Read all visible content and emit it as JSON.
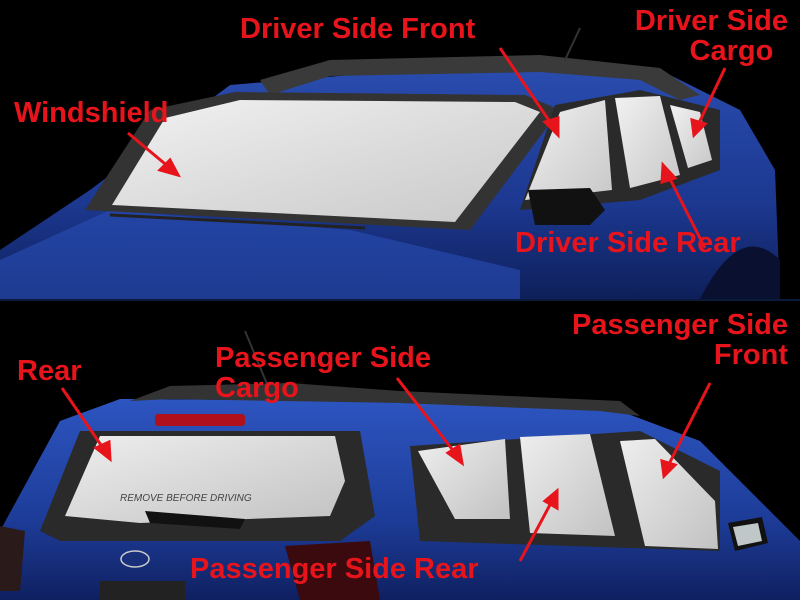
{
  "image": {
    "title": "Sunshade placement diagram on blue SUV",
    "label_color": "#e8141c",
    "body_color": "#1f3a8f"
  },
  "top_panel": {
    "view": "front three-quarter driver side",
    "labels": {
      "windshield": "Windshield",
      "driver_side_front": "Driver Side Front",
      "driver_side_cargo_line1": "Driver Side",
      "driver_side_cargo_line2": "Cargo",
      "driver_side_rear": "Driver Side Rear"
    }
  },
  "bottom_panel": {
    "view": "rear three-quarter passenger side",
    "labels": {
      "rear": "Rear",
      "passenger_side_cargo_line1": "Passenger Side",
      "passenger_side_cargo_line2": "Cargo",
      "passenger_side_front_line1": "Passenger Side",
      "passenger_side_front_line2": "Front",
      "passenger_side_rear": "Passenger Side Rear"
    },
    "shade_text": "REMOVE BEFORE DRIVING"
  }
}
